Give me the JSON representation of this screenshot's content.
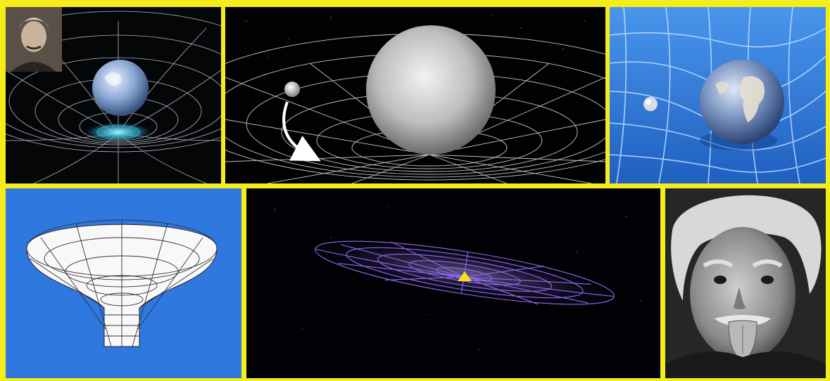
{
  "collage": {
    "border_color": "#f5ec1c",
    "panels": [
      {
        "id": "p1",
        "subject": "earth-on-spacetime-grid-with-portrait"
      },
      {
        "id": "p2",
        "subject": "sphere-curving-spacetime-with-orbiting-moon"
      },
      {
        "id": "p3",
        "subject": "earth-and-moon-on-blue-grid"
      },
      {
        "id": "p4",
        "subject": "white-funnel-gravity-well"
      },
      {
        "id": "p5",
        "subject": "purple-spacetime-disc"
      },
      {
        "id": "p6",
        "subject": "portrait-tongue-out"
      }
    ]
  }
}
